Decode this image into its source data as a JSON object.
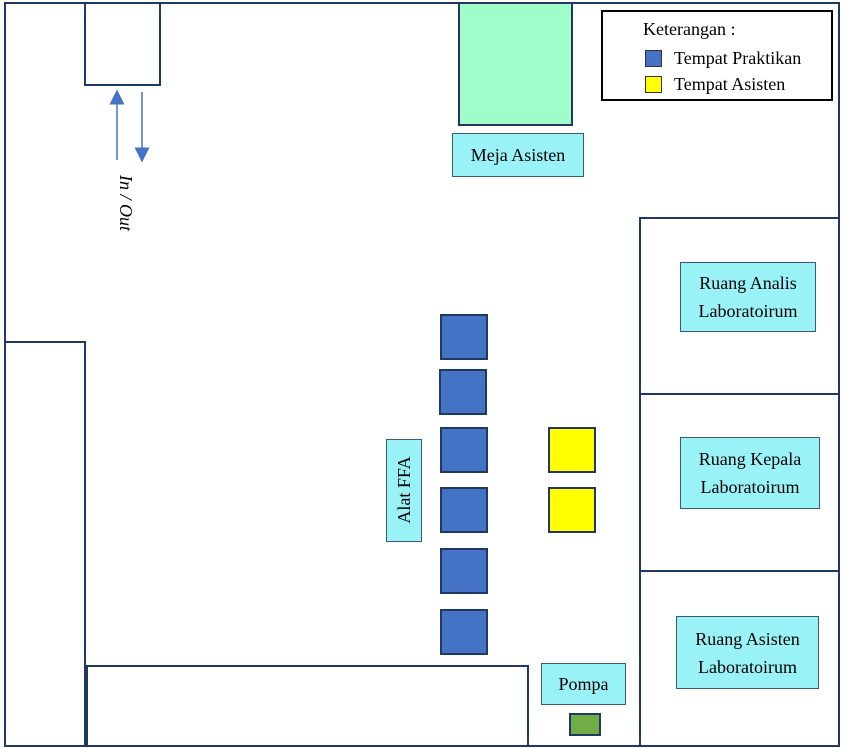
{
  "legend": {
    "title": "Keterangan :",
    "items": [
      {
        "label": "Tempat Praktikan",
        "color": "#4472c4"
      },
      {
        "label": "Tempat Asisten",
        "color": "#ffff00"
      }
    ]
  },
  "labels": {
    "meja_asisten": "Meja Asisten",
    "alat_ffa": "Alat FFA",
    "pompa": "Pompa",
    "in_out": "In / Out",
    "ruang_analis_1": "Ruang Analis",
    "ruang_analis_2": "Laboratoirum",
    "ruang_kepala_1": "Ruang Kepala",
    "ruang_kepala_2": "Laboratoirum",
    "ruang_asisten_1": "Ruang Asisten",
    "ruang_asisten_2": "Laboratoirum"
  },
  "colors": {
    "wall": "#1f3864",
    "label_fill": "#99f2f6",
    "meja_fill": "#a0fcc8",
    "pompa_fill": "#70ad47",
    "arrow": "#4472c4"
  }
}
